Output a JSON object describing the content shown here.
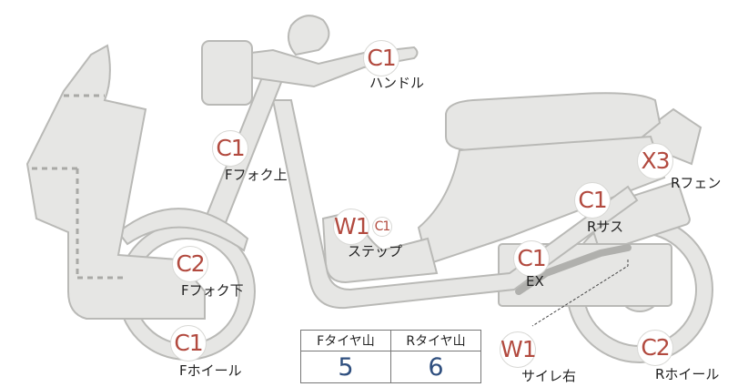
{
  "badges": {
    "handle": "C1",
    "fork_upper": "C1",
    "step_main": "W1",
    "step_sub": "C1",
    "fork_lower": "C2",
    "front_wheel": "C1",
    "rear_fender": "X3",
    "rear_suspension": "C1",
    "exhaust": "C1",
    "tire_right": "W1",
    "rear_wheel": "C2"
  },
  "labels": {
    "handle": "ハンドル",
    "fork_upper": "Fフォク上",
    "step": "ステップ",
    "fork_lower": "Fフォク下",
    "front_wheel": "Fホイール",
    "rear_fender": "Rフェン",
    "rear_suspension": "Rサス",
    "exhaust": "EX",
    "tire_right": "サイレ右",
    "rear_wheel": "Rホイール"
  },
  "tread_table": {
    "front_header": "Fタイヤ山",
    "rear_header": "Rタイヤ山",
    "front_value": "5",
    "rear_value": "6"
  }
}
